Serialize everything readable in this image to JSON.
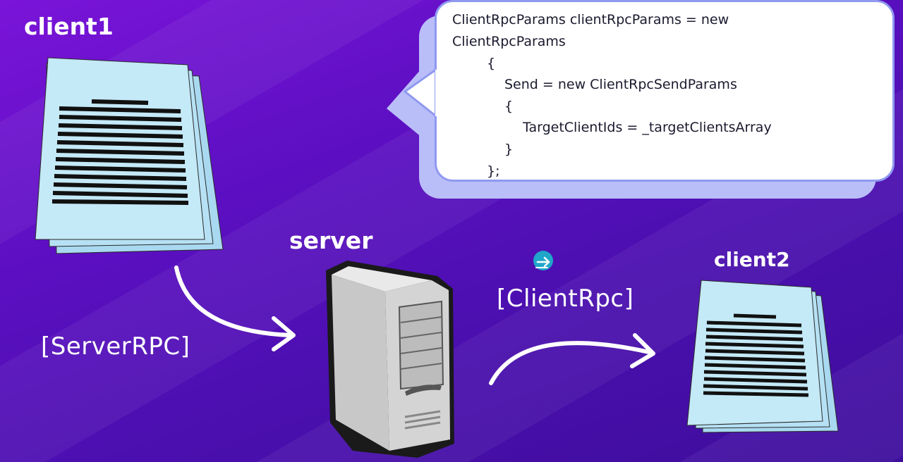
{
  "labels": {
    "client1": "client1",
    "server": "server",
    "client2": "client2",
    "server_rpc": "[ServerRPC]",
    "client_rpc": "[ClientRpc]"
  },
  "code": {
    "lines": [
      "ClientRpcParams clientRpcParams = new",
      "ClientRpcParams",
      "{",
      "Send = new ClientRpcSendParams",
      "{",
      "TargetClientIds = _targetClientsArray",
      "}",
      "};"
    ]
  },
  "colors": {
    "background": "#5a10b8",
    "document": "#c4e9f7",
    "bubble_border": "#8f99f0",
    "bubble_shadow": "#b9bdf8",
    "cursor_badge": "#1fa6c9"
  },
  "icons": {
    "document1": "document-stack-icon",
    "document2": "document-stack-icon",
    "server": "server-tower-icon",
    "cursor": "cursor-move-icon"
  }
}
